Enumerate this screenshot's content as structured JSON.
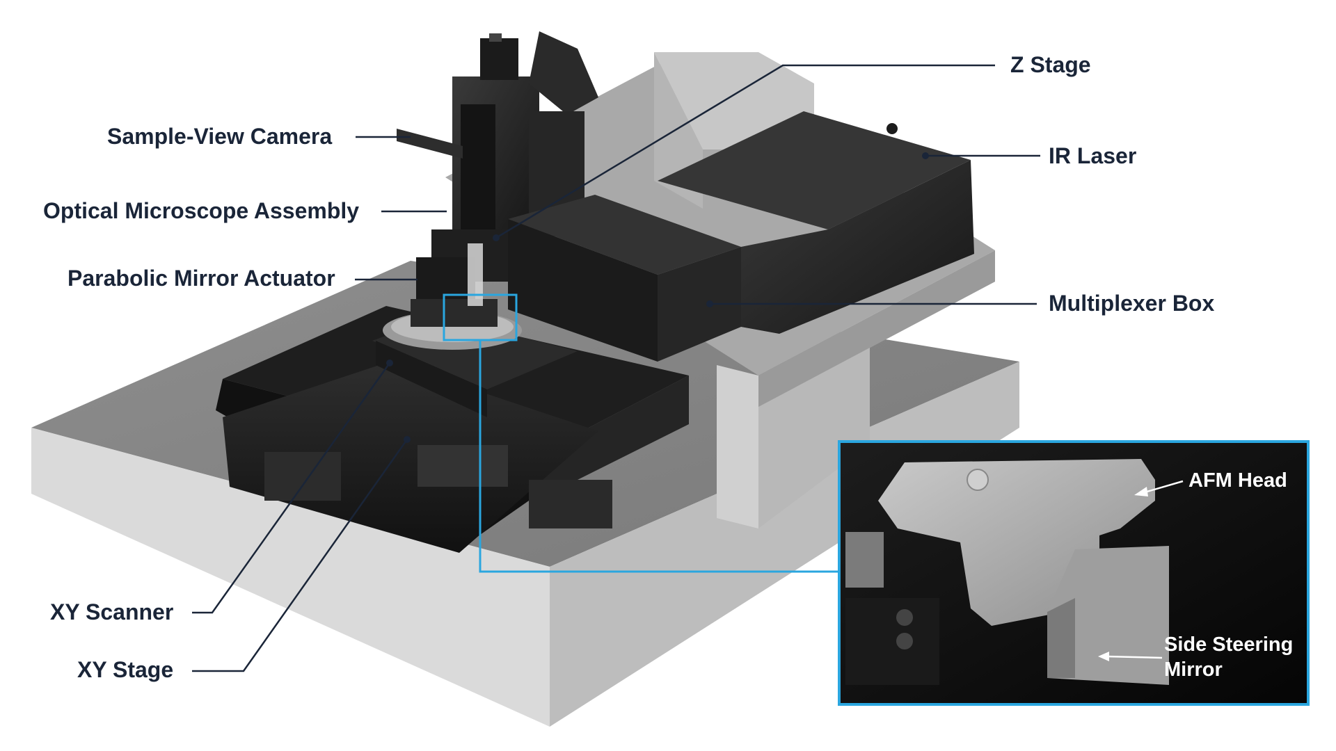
{
  "labels": {
    "z_stage": "Z Stage",
    "sample_view_camera": "Sample-View Camera",
    "ir_laser": "IR Laser",
    "optical_microscope_assembly": "Optical Microscope Assembly",
    "parabolic_mirror_actuator": "Parabolic Mirror Actuator",
    "multiplexer_box": "Multiplexer Box",
    "xy_scanner": "XY Scanner",
    "xy_stage": "XY Stage"
  },
  "inset": {
    "afm_head": "AFM Head",
    "side_steering_mirror_line1": "Side Steering",
    "side_steering_mirror_line2": "Mirror"
  },
  "colors": {
    "label_text": "#1a2538",
    "leader_line": "#1a2538",
    "highlight": "#2aa6df",
    "inset_text": "#ffffff"
  }
}
